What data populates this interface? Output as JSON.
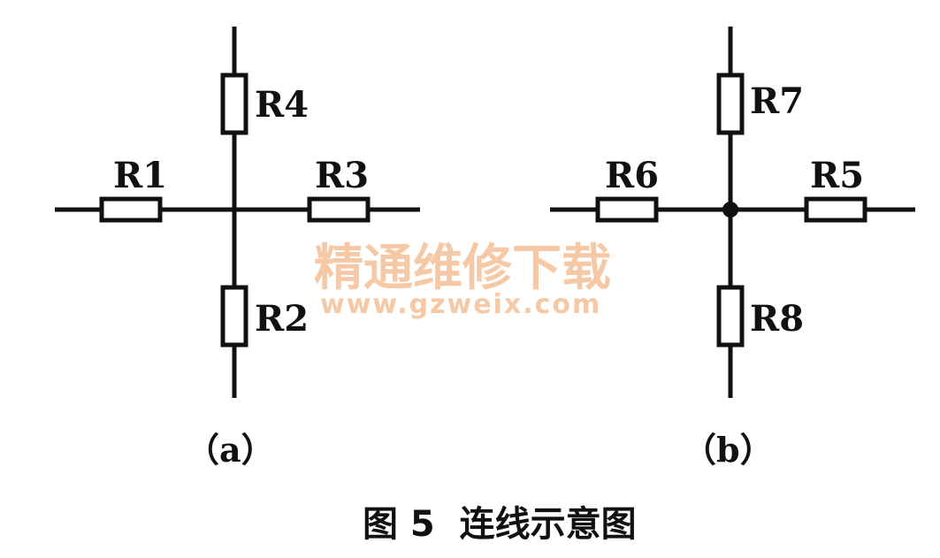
{
  "figure": {
    "caption": "图 5  连线示意图",
    "watermark": {
      "title": "精通维修下载",
      "url": "www.gzweix.com"
    }
  },
  "diagrams": [
    {
      "id": "a",
      "label": "（a）",
      "junction_dot": false,
      "resistors": {
        "top": "R4",
        "bottom": "R2",
        "left": "R1",
        "right": "R3"
      }
    },
    {
      "id": "b",
      "label": "（b）",
      "junction_dot": true,
      "resistors": {
        "top": "R7",
        "bottom": "R8",
        "left": "R6",
        "right": "R5"
      }
    }
  ],
  "colors": {
    "ink": "#111111",
    "watermark": "#f6c9a6",
    "background": "#ffffff"
  }
}
